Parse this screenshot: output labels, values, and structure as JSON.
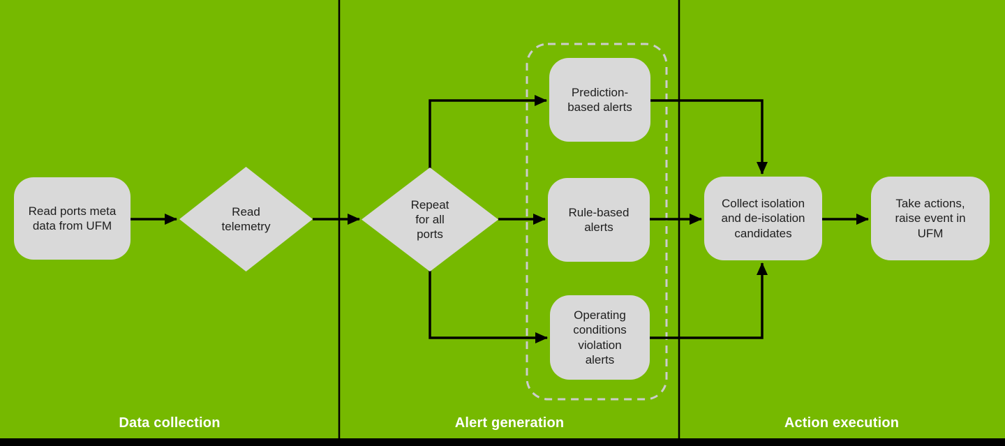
{
  "diagram": {
    "type": "flowchart",
    "colors": {
      "background": "#76b900",
      "node_fill": "#d9d9d9",
      "node_text": "#1e1e1e",
      "arrow": "#000000",
      "dashed_group_border": "#cccccc",
      "section_label_text": "#ffffff",
      "bottom_bar": "#000000"
    }
  },
  "sections": [
    {
      "label": "Data collection"
    },
    {
      "label": "Alert generation"
    },
    {
      "label": "Action execution"
    }
  ],
  "nodes": {
    "read_ports_meta": {
      "shape": "rounded-rectangle",
      "label": "Read ports meta\ndata from UFM"
    },
    "read_telemetry": {
      "shape": "diamond",
      "label": "Read\ntelemetry"
    },
    "repeat_for_all_ports": {
      "shape": "diamond",
      "label": "Repeat\nfor all\nports"
    },
    "prediction_based_alerts": {
      "shape": "rounded-rectangle",
      "label": "Prediction-\nbased alerts"
    },
    "rule_based_alerts": {
      "shape": "rounded-rectangle",
      "label": "Rule-based\nalerts"
    },
    "operating_conditions_alerts": {
      "shape": "rounded-rectangle",
      "label": "Operating\nconditions\nviolation\nalerts"
    },
    "collect_candidates": {
      "shape": "rounded-rectangle",
      "label": "Collect isolation\nand de-isolation\ncandidates"
    },
    "take_actions": {
      "shape": "rounded-rectangle",
      "label": "Take actions,\nraise event in\nUFM"
    }
  },
  "edges": [
    {
      "from": "read_ports_meta",
      "to": "read_telemetry"
    },
    {
      "from": "read_telemetry",
      "to": "repeat_for_all_ports"
    },
    {
      "from": "repeat_for_all_ports",
      "to": "prediction_based_alerts"
    },
    {
      "from": "repeat_for_all_ports",
      "to": "rule_based_alerts"
    },
    {
      "from": "repeat_for_all_ports",
      "to": "operating_conditions_alerts"
    },
    {
      "from": "prediction_based_alerts",
      "to": "collect_candidates"
    },
    {
      "from": "rule_based_alerts",
      "to": "collect_candidates"
    },
    {
      "from": "operating_conditions_alerts",
      "to": "collect_candidates"
    },
    {
      "from": "collect_candidates",
      "to": "take_actions"
    }
  ],
  "alert_group_nodes": [
    "prediction_based_alerts",
    "rule_based_alerts",
    "operating_conditions_alerts"
  ]
}
